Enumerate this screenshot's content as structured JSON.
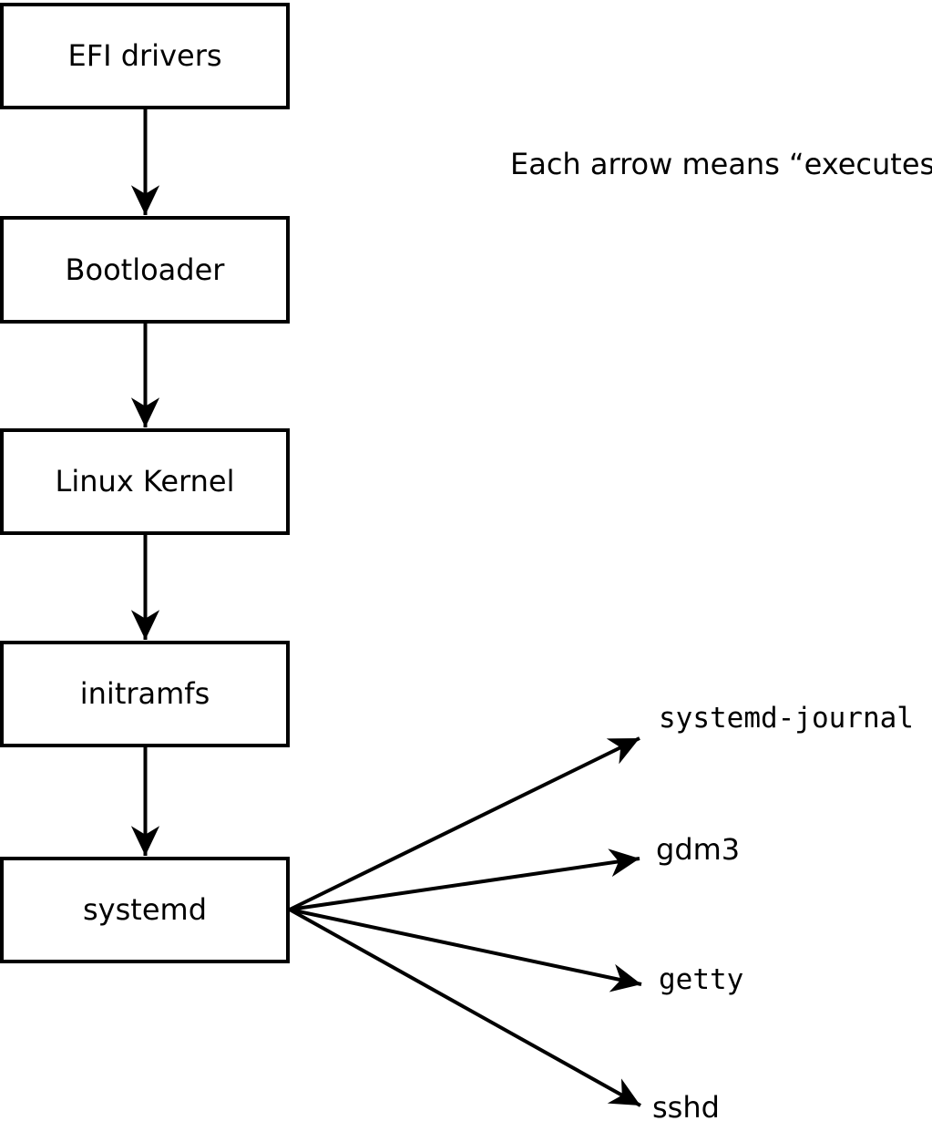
{
  "diagram": {
    "note": "Each arrow means “executes”.",
    "boot_chain": [
      {
        "label": "EFI drivers"
      },
      {
        "label": "Bootloader"
      },
      {
        "label": "Linux Kernel"
      },
      {
        "label": "initramfs"
      },
      {
        "label": "systemd"
      }
    ],
    "services": [
      {
        "label": "systemd-journal"
      },
      {
        "label": "gdm3"
      },
      {
        "label": "getty"
      },
      {
        "label": "sshd"
      }
    ],
    "colors": {
      "foreground": "#000000",
      "background": "#ffffff"
    }
  }
}
